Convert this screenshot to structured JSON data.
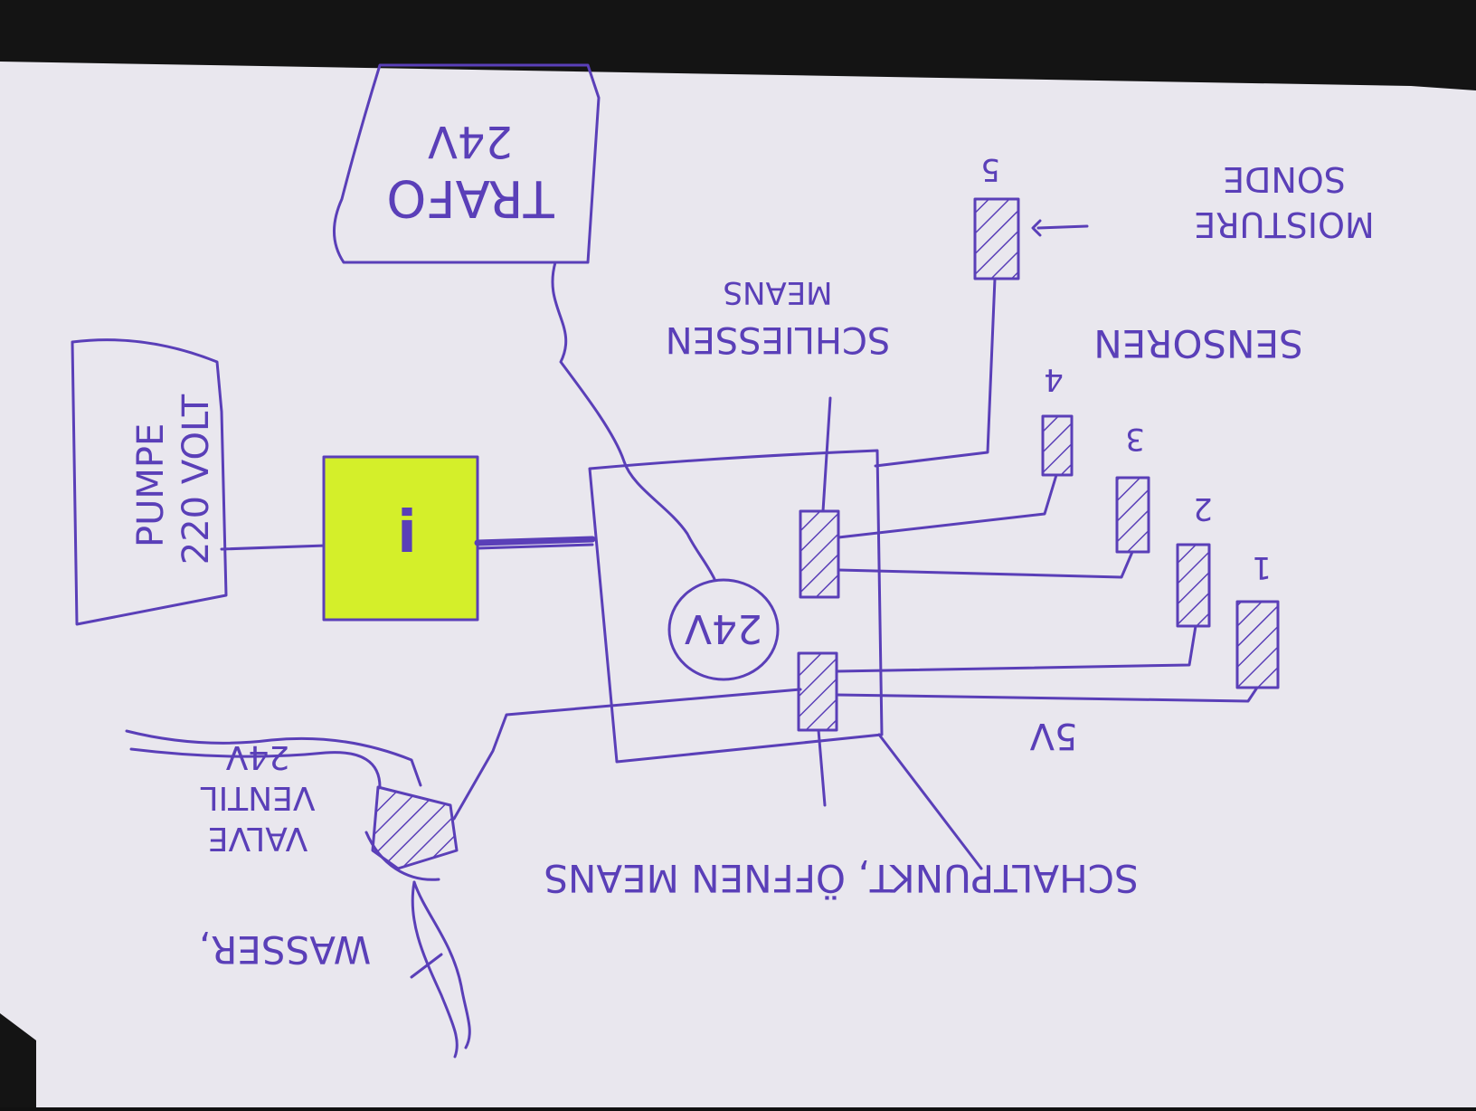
{
  "colors": {
    "background": "#141414",
    "paper": "#e9e7ee",
    "ink": "#5a3fb8",
    "highlight": "#d4ef2a"
  },
  "labels": {
    "pump": "PUMPE\n220 VOLT",
    "interface": "i",
    "trafo": "TRAFO\n24V",
    "box_voltage": "24V",
    "switch_closes": "SCHLIESSEN\nMEANS",
    "switch_opens": "SCHALTPUNKT, ÖFFNEN MEANS",
    "sensors": "SENSOREN",
    "moisture": "MOISTURE\nSONDE",
    "valve": "VALVE\nVENTIL\n24V",
    "water": "WASSER,",
    "sensor_voltage": "5V",
    "sensor_numbers": [
      "1",
      "2",
      "3",
      "4",
      "5"
    ]
  },
  "icons": {
    "relay": "hatched-rectangle",
    "sensor": "hatched-rectangle",
    "valve": "hatched-cylinder"
  }
}
